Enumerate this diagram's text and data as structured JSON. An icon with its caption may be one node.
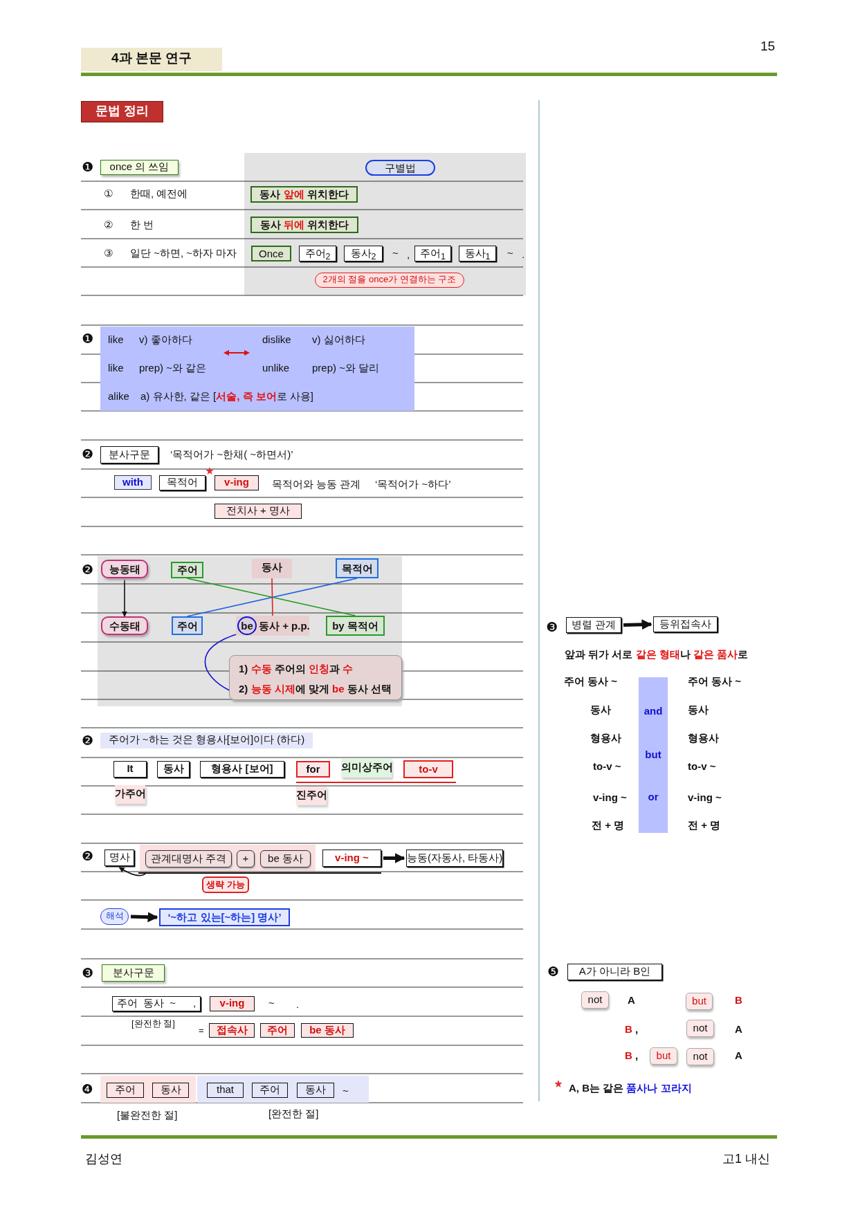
{
  "diagram": {
    "nodes": [
      {
        "text": [
          "4과 본문 연구"
        ]
      },
      {
        "text": [
          "문법 정리"
        ]
      },
      {
        "text": [
          "once 의 쓰임"
        ]
      },
      {
        "text": [
          "구별법"
        ]
      },
      {
        "text": [
          "동사 **앞에** 위치한다"
        ]
      },
      {
        "text": [
          "동사 **뒤에** 위치한다"
        ]
      },
      {
        "text": [
          "Once"
        ]
      },
      {
        "text": [
          "주어$_{2}$"
        ]
      },
      {
        "text": [
          "동사$_{2}$"
        ]
      },
      {
        "text": [
          "주어$_{1}$"
        ]
      },
      {
        "text": [
          "동사$_{1}$"
        ]
      },
      {
        "text": [
          "2개의 절을 once가 연결하는 구조"
        ]
      },
      {
        "text": [
          "like",
          "v) 좋아하다",
          "dislike",
          "v) 싫어하다",
          "like",
          "prep) ~와 같은",
          "unlike",
          "prep) ~와 달리",
          "alike",
          "a) 유사한, 같은 [**서술, 즉 보어**로 사용]"
        ]
      },
      {
        "text": [
          "분사구문"
        ]
      },
      {
        "text": [
          "with"
        ]
      },
      {
        "text": [
          "목적어"
        ]
      },
      {
        "text": [
          "v-ing"
        ]
      },
      {
        "text": [
          "전치사 + 명사"
        ]
      },
      {
        "text": [
          "능동태"
        ]
      },
      {
        "text": [
          "주어"
        ]
      },
      {
        "text": [
          "동사"
        ]
      },
      {
        "text": [
          "목적어"
        ]
      },
      {
        "text": [
          "수동태"
        ]
      },
      {
        "text": [
          "주어"
        ]
      },
      {
        "text": [
          "동사 + p.p."
        ]
      },
      {
        "text": [
          "be"
        ],
        "in": 24
      },
      {
        "text": [
          "by  목적어"
        ]
      },
      {
        "text": [
          "1)  **수동** 주어의 **인칭**과 **수**",
          "2)  **능동 시제**에 맞게 **be** 동사 선택"
        ]
      },
      {
        "text": [
          "주어가 ~하는 것은  형용사[보어]이다 (하다)"
        ]
      },
      {
        "text": [
          "It"
        ]
      },
      {
        "text": [
          "동사"
        ]
      },
      {
        "text": [
          "형용사 [보어]"
        ]
      },
      {
        "text": [
          "for"
        ]
      },
      {
        "text": [
          "의미상주어"
        ]
      },
      {
        "text": [
          "to-v"
        ]
      },
      {
        "text": [
          "가주어"
        ]
      },
      {
        "text": [
          "진주어"
        ]
      },
      {
        "text": [
          "명사"
        ]
      },
      {
        "text": [],
        "shape": "box"
      },
      {
        "text": [
          "관계대명사 주격"
        ],
        "in": 38
      },
      {
        "text": [
          "+"
        ],
        "in": 38
      },
      {
        "text": [
          "be 동사"
        ],
        "in": 38
      },
      {
        "text": [
          "v-ing ~"
        ]
      },
      {
        "text": [
          "능동(자동사, 타동사)"
        ]
      },
      {
        "text": [
          "생략 가능"
        ]
      },
      {
        "text": [
          "해석"
        ]
      },
      {
        "text": [
          "‘~하고 있는[~하는] 명사’"
        ]
      },
      {
        "text": [
          "분사구문"
        ]
      },
      {
        "text": [
          "주어  동사  ~      ,"
        ]
      },
      {
        "text": [
          "v-ing"
        ]
      },
      {
        "text": [
          "접속사"
        ]
      },
      {
        "text": [
          "주어"
        ]
      },
      {
        "text": [
          "be 동사"
        ]
      },
      {
        "text": [],
        "shape": "box"
      },
      {
        "text": [
          "주어"
        ],
        "in": 53
      },
      {
        "text": [
          "동사"
        ],
        "in": 53
      },
      {
        "text": [],
        "shape": "box"
      },
      {
        "text": [
          "that"
        ],
        "in": 56
      },
      {
        "text": [
          "주어"
        ],
        "in": 56
      },
      {
        "text": [
          "동사"
        ],
        "in": 56
      },
      {
        "text": [
          "병렬 관계"
        ]
      },
      {
        "text": [
          "등위접속사"
        ]
      },
      {
        "text": [
          "and",
          "but",
          "or"
        ]
      },
      {
        "text": [
          "A가 아니라 B인"
        ]
      },
      {
        "text": [
          "not"
        ]
      },
      {
        "text": [
          "but"
        ]
      },
      {
        "text": [
          "not"
        ]
      },
      {
        "text": [
          "but"
        ]
      },
      {
        "text": [
          "not"
        ]
      },
      {
        "text": [],
        "shape": "bar"
      },
      {
        "text": [],
        "shape": "bar"
      }
    ],
    "edges": [
      {
        "from": 18,
        "to": 22,
        "arrow": "to"
      },
      {
        "from": 19,
        "to": 26,
        "arrow": "none",
        "color": "#1a9a1a"
      },
      {
        "from": 21,
        "to": 23,
        "arrow": "none",
        "color": "#1f5fe0"
      },
      {
        "from": 20,
        "to": 24,
        "arrow": "none",
        "color": "#e02020"
      },
      {
        "from": 25,
        "to": 27,
        "arrow": "none",
        "color": "#1010d0"
      },
      {
        "from": 38,
        "to": 37,
        "arrow": "to"
      },
      {
        "from": 42,
        "to": 43,
        "arrow": "to",
        "style": "thick"
      },
      {
        "from": 45,
        "to": 46,
        "arrow": "to",
        "style": "thick"
      },
      {
        "from": 60,
        "to": 61,
        "arrow": "to",
        "style": "thick"
      }
    ],
    "labels": [
      "15",
      "❶",
      "①",
      "한때, 예전에",
      "②",
      "한 번",
      "③",
      "일단 ~하면, ~하자 마자",
      "~",
      ",",
      "~",
      ".",
      "❶",
      "❷",
      "‘목적어가 ~한채( ~하면서)’",
      "목적어와 능동 관계",
      "‘목적어가 ~하다’",
      "❷",
      "❷",
      "❷",
      "❸",
      "~",
      ".",
      "[완전한 절]",
      "=",
      "❹",
      "~",
      "[불완전한 절]",
      "[완전한 절]",
      "❸",
      "앞과 뒤가 서로 **같은 형태**나 **같은 품사**로",
      "주어  동사  ~",
      "주어  동사  ~",
      "동사",
      "동사",
      "형용사",
      "형용사",
      "to-v  ~",
      "to-v  ~",
      "v-ing  ~",
      "v-ing  ~",
      "전 + 명",
      "전 + 명",
      "❺",
      "A",
      "B",
      "**B** ,",
      "A",
      "**B** ,",
      "A",
      "A, B는 같은 **품사나 꼬라지**",
      "김성연",
      "고1 내신"
    ]
  }
}
